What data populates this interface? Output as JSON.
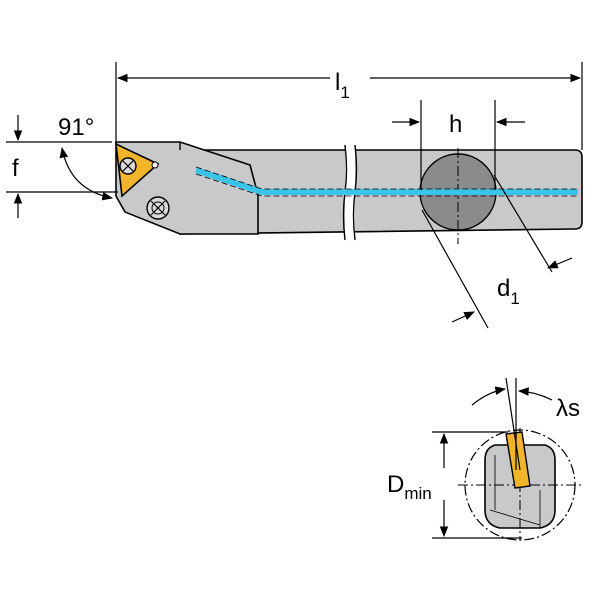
{
  "labels": {
    "length": "l",
    "length_sub": "1",
    "angle": "91°",
    "offset": "f",
    "height": "h",
    "diameter": "d",
    "diameter_sub": "1",
    "min_diameter": "D",
    "min_diameter_sub": "min",
    "inclination": "λs"
  },
  "colors": {
    "body": "#c8c9cb",
    "body_dark": "#a9aaac",
    "section": "#8a8b8d",
    "insert": "#f0b52a",
    "coolant": "#39c4e8",
    "line": "#000000"
  },
  "icons": [
    "insert-screw-icon",
    "clamp-screw-icon"
  ]
}
